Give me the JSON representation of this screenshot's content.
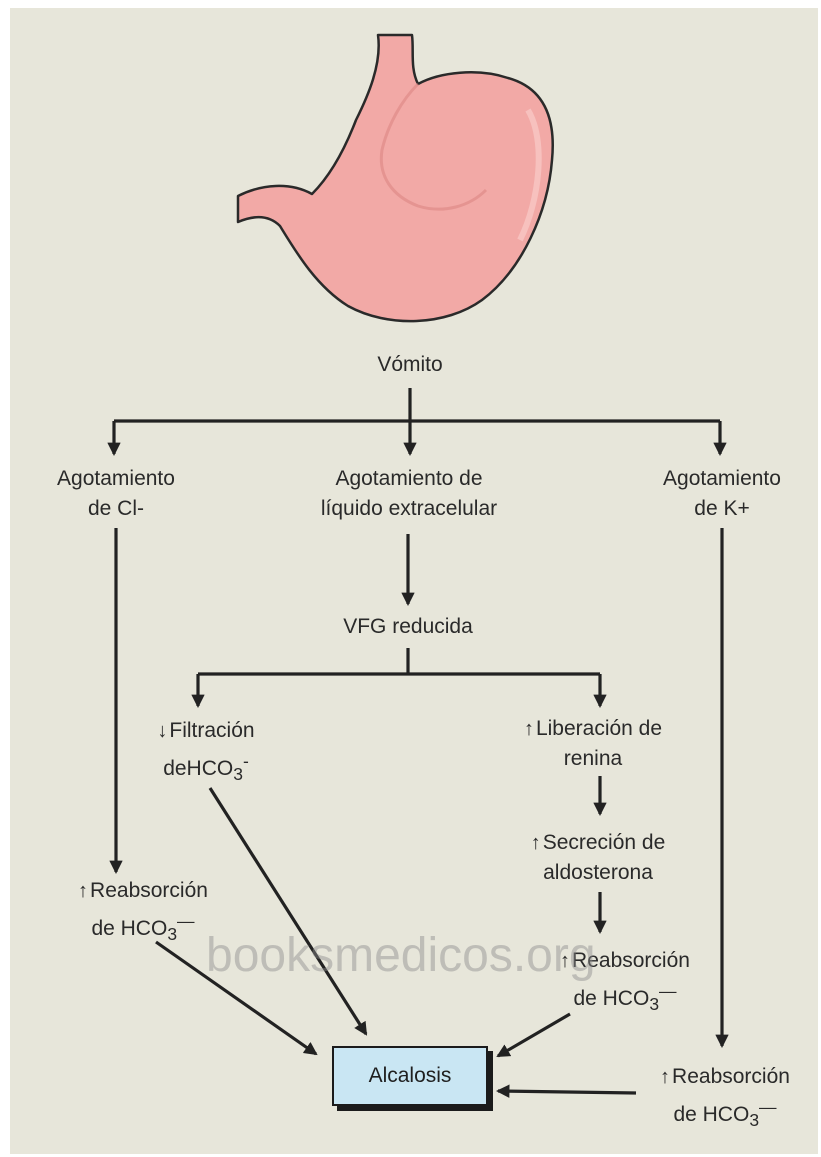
{
  "top": {
    "label": "Vómito"
  },
  "branches": {
    "left": {
      "line1": "Agotamiento",
      "line2": "de Cl-"
    },
    "center": {
      "line1": "Agotamiento de",
      "line2": "líquido extracelular"
    },
    "right": {
      "line1": "Agotamiento",
      "line2": "de K+"
    }
  },
  "gfr": {
    "label": "VFG reducida"
  },
  "filtration": {
    "arrow": "↓",
    "line1": "Filtración",
    "line2_pre": "deHCO",
    "sub": "3",
    "sup": "-"
  },
  "renin": {
    "arrow": "↑",
    "line1": "Liberación de",
    "line2": "renina"
  },
  "aldosterone": {
    "arrow": "↑",
    "line1": "Secreción de",
    "line2": "aldosterona"
  },
  "reabs_left": {
    "arrow": "↑",
    "line1": "Reabsorción",
    "line2_pre": "de HCO",
    "sub": "3",
    "sup": "—"
  },
  "reabs_mid": {
    "arrow": "↑",
    "line1": "Reabsorción",
    "line2_pre": "de HCO",
    "sub": "3",
    "sup": "—"
  },
  "reabs_right": {
    "arrow": "↑",
    "line1": "Reabsorción",
    "line2_pre": "de HCO",
    "sub": "3",
    "sup": "—"
  },
  "result": {
    "label": "Alcalosis"
  },
  "watermark": {
    "text": "booksmedicos.org"
  },
  "colors": {
    "background": "#e7e6da",
    "stomach": "#f2a9a6",
    "box_fill": "#c9e6f3",
    "arrow": "#222222"
  }
}
